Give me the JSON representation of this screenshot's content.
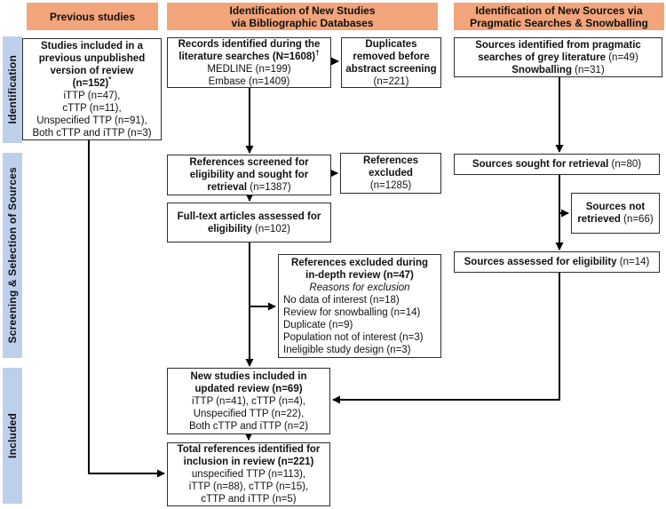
{
  "colors": {
    "header_fill": "#F2A47A",
    "sidebar_fill": "#BDD0EB",
    "border": "#2E2E2E"
  },
  "headers": {
    "previous": {
      "label": "Previous studies"
    },
    "bibliographic": {
      "line1": "Identification of New Studies",
      "line2": "via Bibliographic Databases"
    },
    "pragmatic": {
      "line1": "Identification of New Sources via",
      "line2": "Pragmatic Searches & Snowballing"
    }
  },
  "sidebar": {
    "items": [
      {
        "label": "Identification"
      },
      {
        "label": "Screening & Selection of Sources"
      },
      {
        "label": "Included"
      }
    ]
  },
  "boxes": {
    "prev_studies": {
      "lines": [
        {
          "segs": [
            {
              "t": "Studies included in a",
              "b": true
            }
          ]
        },
        {
          "segs": [
            {
              "t": "previous unpublished",
              "b": true
            }
          ]
        },
        {
          "segs": [
            {
              "t": "version of review",
              "b": true
            }
          ]
        },
        {
          "segs": [
            {
              "t": "(n=152)",
              "b": true
            },
            {
              "t": "*",
              "b": true,
              "sup": true
            }
          ]
        },
        {
          "segs": [
            {
              "t": "iTTP (n=47),"
            }
          ]
        },
        {
          "segs": [
            {
              "t": "cTTP (n=11),"
            }
          ]
        },
        {
          "segs": [
            {
              "t": "Unspecified TTP (n=91),"
            }
          ]
        },
        {
          "segs": [
            {
              "t": "Both cTTP and iTTP (n=3)"
            }
          ]
        }
      ]
    },
    "records_identified": {
      "lines": [
        {
          "segs": [
            {
              "t": "Records identified during the",
              "b": true
            }
          ]
        },
        {
          "segs": [
            {
              "t": "literature searches (N=1608)",
              "b": true
            },
            {
              "t": "†",
              "b": true,
              "sup": true
            }
          ]
        },
        {
          "segs": [
            {
              "t": "MEDLINE (n=199)"
            }
          ]
        },
        {
          "segs": [
            {
              "t": "Embase (n=1409)"
            }
          ]
        }
      ]
    },
    "duplicates_removed": {
      "lines": [
        {
          "segs": [
            {
              "t": "Duplicates",
              "b": true
            }
          ]
        },
        {
          "segs": [
            {
              "t": "removed before",
              "b": true
            }
          ]
        },
        {
          "segs": [
            {
              "t": "abstract screening",
              "b": true
            }
          ]
        },
        {
          "segs": [
            {
              "t": "(n=221)"
            }
          ]
        }
      ]
    },
    "refs_screened": {
      "lines": [
        {
          "segs": [
            {
              "t": "References screened for",
              "b": true
            }
          ]
        },
        {
          "segs": [
            {
              "t": "eligibility and sought for",
              "b": true
            }
          ]
        },
        {
          "segs": [
            {
              "t": "retrieval ",
              "b": true
            },
            {
              "t": "(n=1387)"
            }
          ]
        }
      ]
    },
    "refs_excluded": {
      "lines": [
        {
          "segs": [
            {
              "t": "References",
              "b": true
            }
          ]
        },
        {
          "segs": [
            {
              "t": "excluded",
              "b": true
            }
          ]
        },
        {
          "segs": [
            {
              "t": "(n=1285)"
            }
          ]
        }
      ]
    },
    "fulltext_assessed": {
      "lines": [
        {
          "segs": [
            {
              "t": "Full-text articles assessed for",
              "b": true
            }
          ]
        },
        {
          "segs": [
            {
              "t": "eligibility ",
              "b": true
            },
            {
              "t": "(n=102)"
            }
          ]
        }
      ]
    },
    "refs_excluded_indepth": {
      "lines": [
        {
          "segs": [
            {
              "t": "References excluded during",
              "b": true
            }
          ]
        },
        {
          "segs": [
            {
              "t": "in-depth review (n=47)",
              "b": true
            }
          ]
        },
        {
          "segs": [
            {
              "t": "Reasons for exclusion",
              "i": true
            }
          ]
        },
        {
          "align": "left",
          "segs": [
            {
              "t": "No data of interest (n=18)"
            }
          ]
        },
        {
          "align": "left",
          "segs": [
            {
              "t": "Review for snowballing (n=14)"
            }
          ]
        },
        {
          "align": "left",
          "segs": [
            {
              "t": "Duplicate (n=9)"
            }
          ]
        },
        {
          "align": "left",
          "segs": [
            {
              "t": "Population not of interest (n=3)"
            }
          ]
        },
        {
          "align": "left",
          "segs": [
            {
              "t": "Ineligible study design (n=3)"
            }
          ]
        }
      ]
    },
    "new_studies": {
      "lines": [
        {
          "segs": [
            {
              "t": "New studies included in",
              "b": true
            }
          ]
        },
        {
          "segs": [
            {
              "t": "updated review (n=69)",
              "b": true
            }
          ]
        },
        {
          "segs": [
            {
              "t": "iTTP (n=41), cTTP (n=4),"
            }
          ]
        },
        {
          "segs": [
            {
              "t": "Unspecified TTP (n=22),"
            }
          ]
        },
        {
          "segs": [
            {
              "t": "Both cTTP and iTTP (n=2)"
            }
          ]
        }
      ]
    },
    "total_refs": {
      "lines": [
        {
          "segs": [
            {
              "t": "Total references identified for",
              "b": true
            }
          ]
        },
        {
          "segs": [
            {
              "t": "inclusion in review (n=221)",
              "b": true
            }
          ]
        },
        {
          "segs": [
            {
              "t": "unspecified TTP (n=113),"
            }
          ]
        },
        {
          "segs": [
            {
              "t": "iTTP (n=88), cTTP (n=15),"
            }
          ]
        },
        {
          "segs": [
            {
              "t": "cTTP and iTTP (n=5)"
            }
          ]
        }
      ]
    },
    "sources_identified": {
      "lines": [
        {
          "segs": [
            {
              "t": "Sources identified from pragmatic",
              "b": true
            }
          ]
        },
        {
          "segs": [
            {
              "t": "searches of grey literature ",
              "b": true
            },
            {
              "t": "(n=49)"
            }
          ]
        },
        {
          "segs": [
            {
              "t": "Snowballing ",
              "b": true
            },
            {
              "t": "(n=31)"
            }
          ]
        }
      ]
    },
    "sources_sought": {
      "lines": [
        {
          "segs": [
            {
              "t": "Sources sought for retrieval ",
              "b": true
            },
            {
              "t": "(n=80)"
            }
          ]
        }
      ]
    },
    "sources_not_retrieved": {
      "lines": [
        {
          "segs": [
            {
              "t": "Sources not",
              "b": true
            }
          ]
        },
        {
          "segs": [
            {
              "t": "retrieved ",
              "b": true
            },
            {
              "t": "(n=66)"
            }
          ]
        }
      ]
    },
    "sources_assessed": {
      "lines": [
        {
          "segs": [
            {
              "t": "Sources assessed for eligibility ",
              "b": true
            },
            {
              "t": "(n=14)"
            }
          ]
        }
      ]
    }
  }
}
